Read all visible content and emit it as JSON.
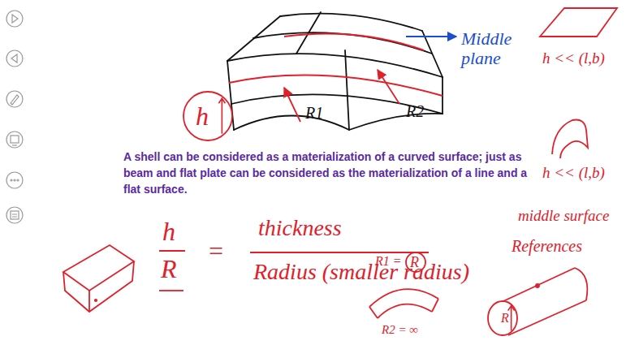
{
  "diagram": {
    "nodes": [
      {
        "text": [
          "h"
        ]
      },
      {
        "text": [
          "R"
        ]
      },
      {
        "text": [
          "R"
        ]
      }
    ],
    "labels": [
      "Middle plane",
      "R1",
      "R2",
      "h << (l,b)",
      "h << (l,b)",
      "A shell can be considered as a materialization of a curved surface; just as beam and flat plate can be considered as the materialization of a line and a flat surface.",
      "h",
      "R",
      "=",
      "thickness",
      "Radius (smaller radius)",
      "middle surface",
      "References",
      "R1 =",
      "R2 = ∞"
    ]
  }
}
